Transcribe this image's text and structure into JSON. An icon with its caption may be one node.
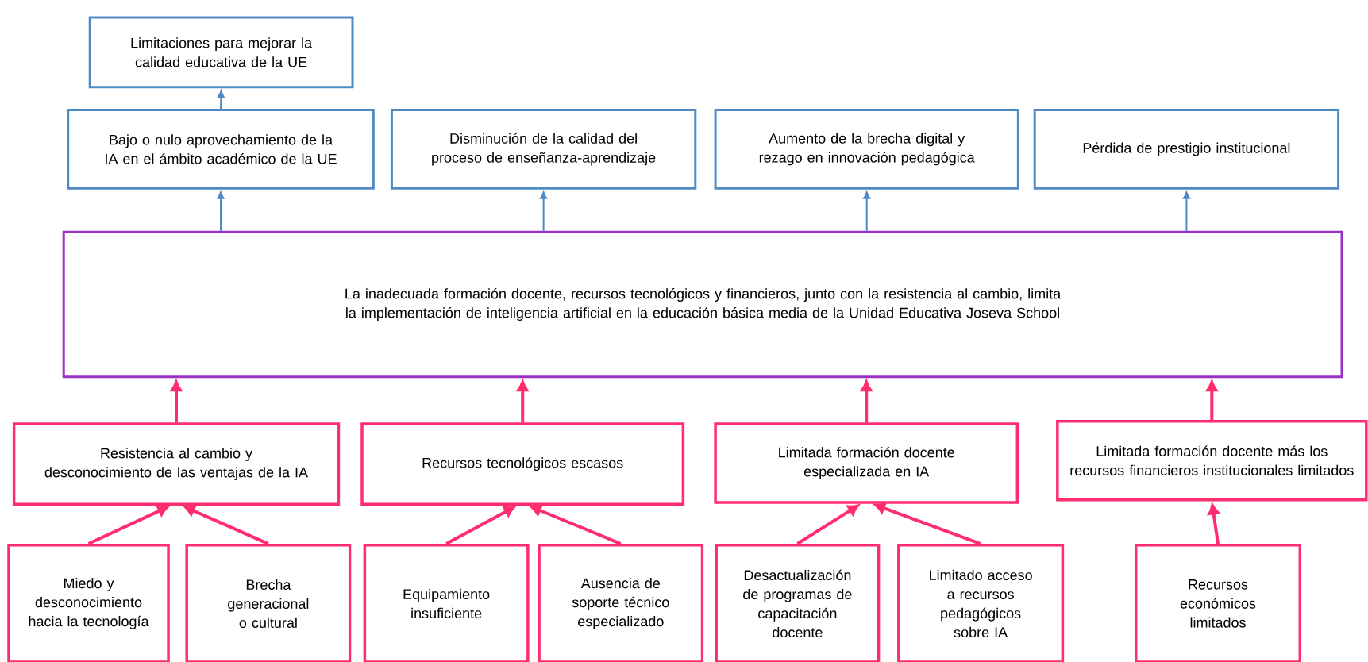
{
  "diagram": {
    "nodes": [
      {
        "text": [
          "Limitaciones para mejorar la calidad educativa de la UE"
        ]
      },
      {
        "text": [
          "Bajo o nulo aprovechamiento de la IA en el ámbito académico de la UE"
        ]
      },
      {
        "text": [
          "Disminución de la calidad del proceso de enseñanza-aprendizaje"
        ]
      },
      {
        "text": [
          "Aumento de la brecha digital y rezago en innovación pedagógica"
        ]
      },
      {
        "text": [
          "Pérdida de prestigio institucional"
        ]
      },
      {
        "text": [
          "La inadecuada formación docente, recursos tecnológicos y financieros, junto con la resistencia al cambio, limita la implementación de inteligencia artificial en la educación básica media de la Unidad Educativa Joseva School"
        ]
      },
      {
        "text": [
          "Resistencia al cambio y desconocimiento de las ventajas de la IA"
        ]
      },
      {
        "text": [
          "Recursos tecnológicos escasos"
        ]
      },
      {
        "text": [
          "Limitada formación docente especializada en IA"
        ]
      },
      {
        "text": [
          "Limitada formación docente más los recursos financieros institucionales limitados"
        ]
      },
      {
        "text": [
          "Miedo y desconocimiento hacia la tecnología"
        ]
      },
      {
        "text": [
          "Brecha generacional o cultural"
        ]
      },
      {
        "text": [
          "Equipamiento insuficiente"
        ]
      },
      {
        "text": [
          "Ausencia de soporte técnico especializado"
        ]
      },
      {
        "text": [
          "Desactualización de programas de capacitación docente"
        ]
      },
      {
        "text": [
          "Limitado acceso a recursos pedagógicos sobre IA"
        ]
      },
      {
        "text": [
          "Recursos económicos limitados"
        ]
      }
    ],
    "edges": [
      {
        "from": 1,
        "to": 0,
        "arrow": "to",
        "color": "#4f8ac4"
      },
      {
        "from": 5,
        "to": 1,
        "arrow": "to",
        "color": "#4f8ac4"
      },
      {
        "from": 5,
        "to": 2,
        "arrow": "to",
        "color": "#4f8ac4"
      },
      {
        "from": 5,
        "to": 3,
        "arrow": "to",
        "color": "#4f8ac4"
      },
      {
        "from": 5,
        "to": 4,
        "arrow": "to",
        "color": "#4f8ac4"
      },
      {
        "from": 6,
        "to": 5,
        "arrow": "to"
      },
      {
        "from": 7,
        "to": 5,
        "arrow": "to"
      },
      {
        "from": 8,
        "to": 5,
        "arrow": "to"
      },
      {
        "from": 9,
        "to": 5,
        "arrow": "to"
      },
      {
        "from": 10,
        "to": 6,
        "arrow": "to"
      },
      {
        "from": 11,
        "to": 6,
        "arrow": "to"
      },
      {
        "from": 12,
        "to": 7,
        "arrow": "to"
      },
      {
        "from": 13,
        "to": 7,
        "arrow": "to"
      },
      {
        "from": 14,
        "to": 8,
        "arrow": "to"
      },
      {
        "from": 15,
        "to": 8,
        "arrow": "to"
      },
      {
        "from": 16,
        "to": 9,
        "arrow": "to"
      }
    ]
  }
}
